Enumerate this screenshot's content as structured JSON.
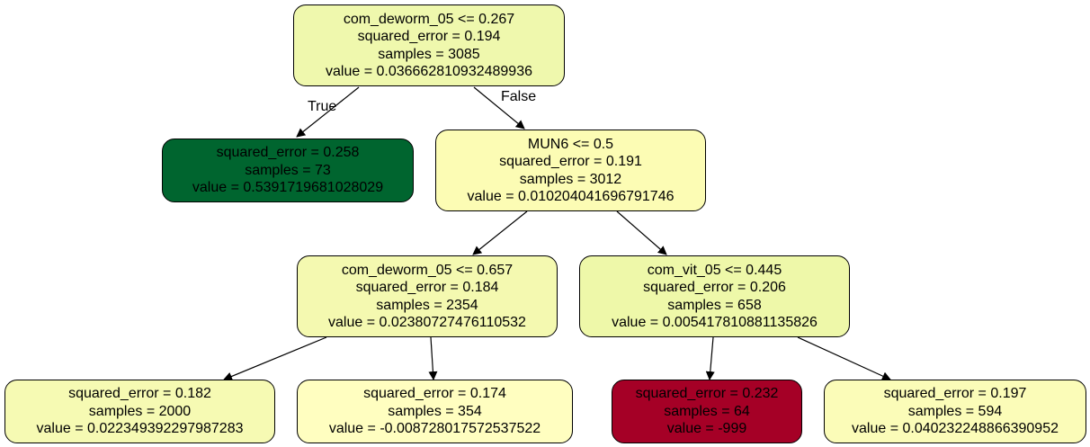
{
  "colors": {
    "root": "#eff8ad",
    "leaf_left_top": "#00652f",
    "mun6": "#fcfcb4",
    "deworm2": "#f4f9b0",
    "vit": "#eef8a9",
    "leaf_a": "#f6fab3",
    "leaf_b": "#fffec0",
    "leaf_c": "#a50026",
    "leaf_d": "#fbfcb8"
  },
  "tree": {
    "root": {
      "lines": [
        "com_deworm_05 <= 0.267",
        "squared_error = 0.194",
        "samples = 3085",
        "value = 0.036662810932489936"
      ]
    },
    "true_label": "True",
    "false_label": "False",
    "leaf_top": {
      "lines": [
        "squared_error = 0.258",
        "samples = 73",
        "value = 0.5391719681028029"
      ]
    },
    "mun6": {
      "lines": [
        "MUN6 <= 0.5",
        "squared_error = 0.191",
        "samples = 3012",
        "value = 0.010204041696791746"
      ]
    },
    "deworm2": {
      "lines": [
        "com_deworm_05 <= 0.657",
        "squared_error = 0.184",
        "samples = 2354",
        "value = 0.02380727476110532"
      ]
    },
    "vit": {
      "lines": [
        "com_vit_05 <= 0.445",
        "squared_error = 0.206",
        "samples = 658",
        "value = 0.005417810881135826"
      ]
    },
    "leaf_a": {
      "lines": [
        "squared_error = 0.182",
        "samples = 2000",
        "value = 0.022349392297987283"
      ]
    },
    "leaf_b": {
      "lines": [
        "squared_error = 0.174",
        "samples = 354",
        "value = -0.008728017572537522"
      ]
    },
    "leaf_c": {
      "lines": [
        "squared_error = 0.232",
        "samples = 64",
        "value = -999"
      ]
    },
    "leaf_d": {
      "lines": [
        "squared_error = 0.197",
        "samples = 594",
        "value = 0.040232248866390952"
      ]
    }
  }
}
